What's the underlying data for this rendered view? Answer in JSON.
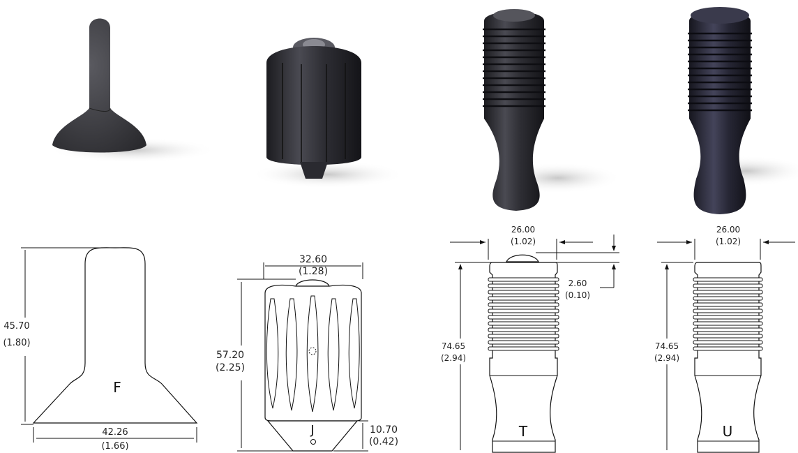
{
  "colors": {
    "knob_dark": "#2b2b2f",
    "knob_mid": "#4a4a50",
    "knob_light": "#7a7a80",
    "knob_navy": "#23232c",
    "shadow": "#d8d8d8",
    "line": "#111111"
  },
  "models": {
    "F": {
      "label": "F",
      "height": "45.70",
      "height_in": "(1.80)",
      "width": "42.26",
      "width_in": "(1.66)"
    },
    "J": {
      "label": "J",
      "height": "57.20",
      "height_in": "(2.25)",
      "width": "32.60",
      "width_in": "(1.28)",
      "tip": "10.70",
      "tip_in": "(0.42)"
    },
    "T": {
      "label": "T",
      "height": "74.65",
      "height_in": "(2.94)",
      "width": "26.00",
      "width_in": "(1.02)",
      "cap": "2.60",
      "cap_in": "(0.10)"
    },
    "U": {
      "label": "U",
      "height": "74.65",
      "height_in": "(2.94)",
      "width": "26.00",
      "width_in": "(1.02)"
    }
  }
}
